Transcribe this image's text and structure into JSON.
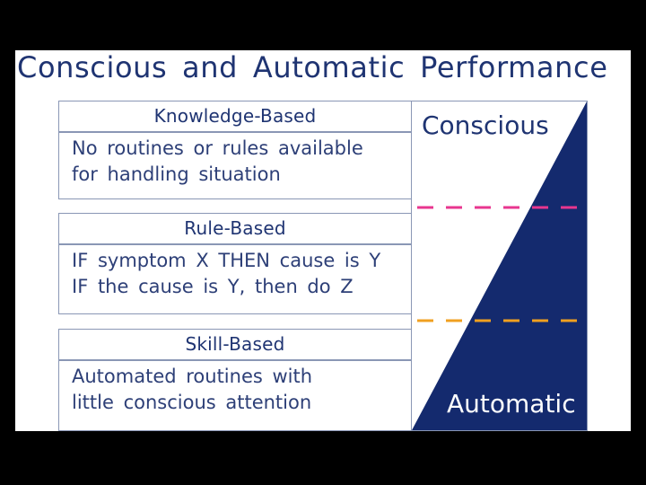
{
  "title": "Conscious and Automatic Performance",
  "levels": [
    {
      "heading": "Knowledge-Based",
      "lines": [
        "No routines or rules available",
        "for handling situation"
      ]
    },
    {
      "heading": "Rule-Based",
      "lines": [
        "IF symptom X THEN cause is Y",
        "IF the cause is Y, then do Z"
      ]
    },
    {
      "heading": "Skill-Based",
      "lines": [
        "Automated routines with",
        "little conscious attention"
      ]
    }
  ],
  "scale": {
    "top_label": "Conscious",
    "bottom_label": "Automatic"
  },
  "colors": {
    "title": "#1f3472",
    "fill": "#142a6e",
    "divider_upper": "#e8368f",
    "divider_lower": "#f0a020",
    "border": "#8a97b5"
  }
}
